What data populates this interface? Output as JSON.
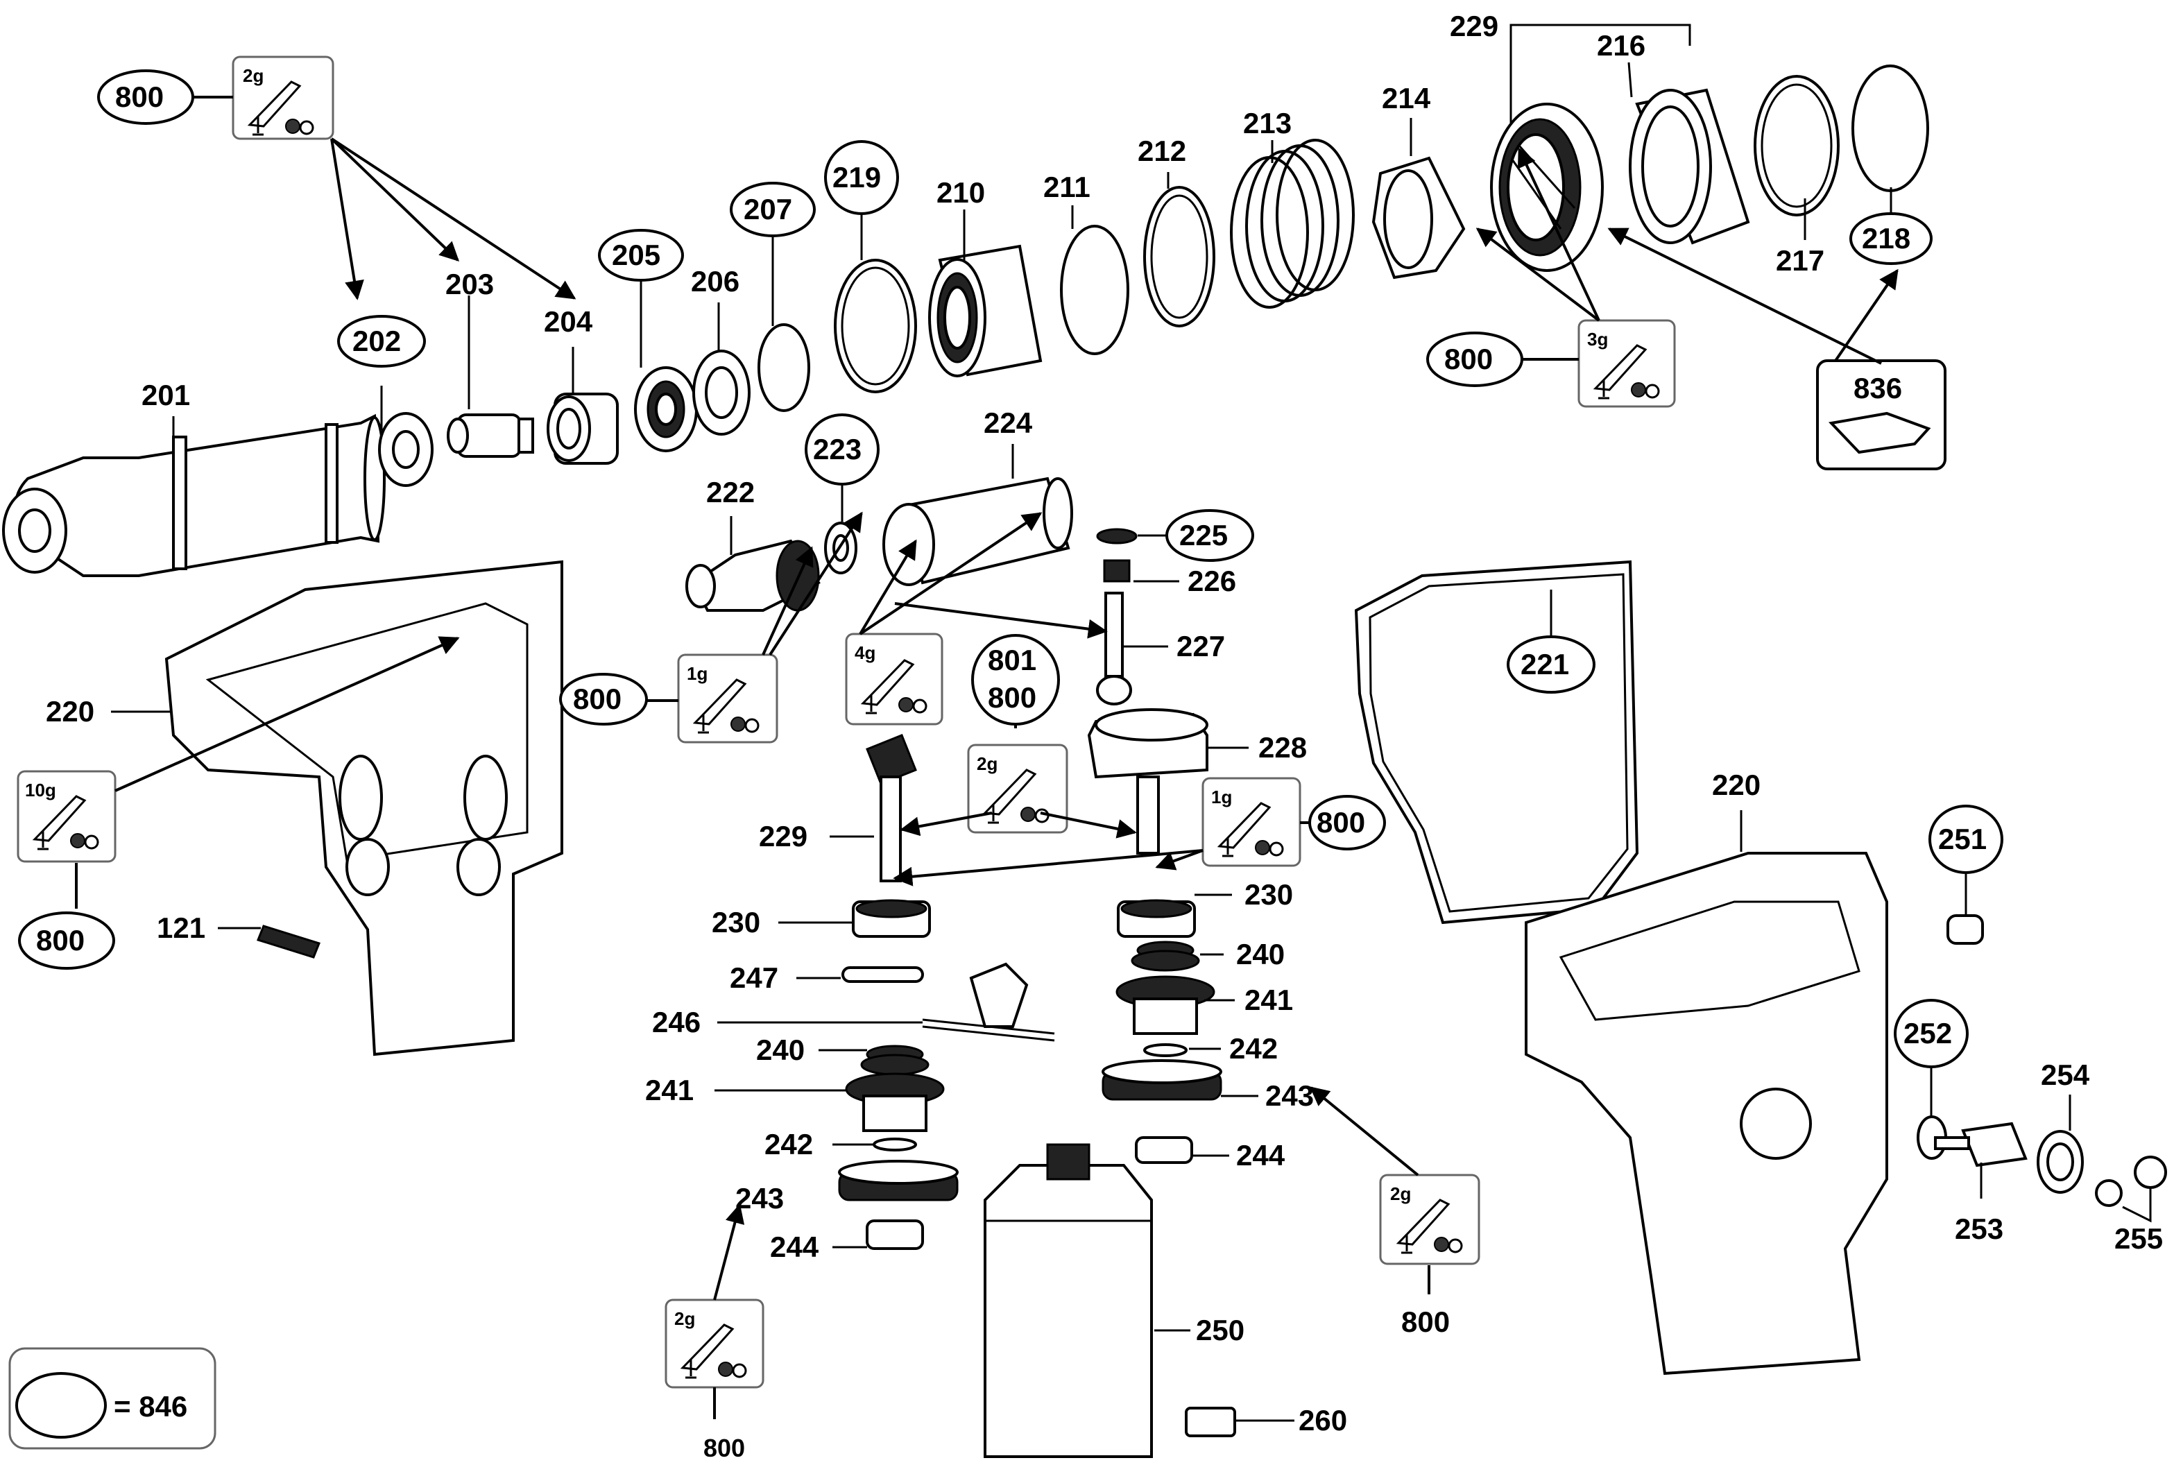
{
  "legend": {
    "equals_text": "= 846"
  },
  "callouts": {
    "c201": "201",
    "c202": "202",
    "c203": "203",
    "c204": "204",
    "c205": "205",
    "c206": "206",
    "c207": "207",
    "c219": "219",
    "c210": "210",
    "c211": "211",
    "c212": "212",
    "c213": "213",
    "c214": "214",
    "c229_top": "229",
    "c216": "216",
    "c217": "217",
    "c218": "218",
    "c836": "836",
    "c800_a": "800",
    "c800_b": "800",
    "c800_c": "800",
    "c800_d": "800",
    "c800_e": "800",
    "c800_f": "800",
    "c800_g": "800",
    "c800_h": "800",
    "c801": "801",
    "c222": "222",
    "c223": "223",
    "c224": "224",
    "c225": "225",
    "c226": "226",
    "c227": "227",
    "c228": "228",
    "c220_left": "220",
    "c220_right": "220",
    "c221": "221",
    "c121": "121",
    "c229_mid": "229",
    "c230_left": "230",
    "c230_right": "230",
    "c240_left": "240",
    "c240_right": "240",
    "c241_left": "241",
    "c241_right": "241",
    "c242_left": "242",
    "c242_right": "242",
    "c243_left": "243",
    "c243_right": "243",
    "c244_left": "244",
    "c244_right": "244",
    "c246": "246",
    "c247": "247",
    "c250": "250",
    "c260": "260",
    "c251": "251",
    "c252": "252",
    "c253": "253",
    "c254": "254",
    "c255": "255"
  },
  "grease_boxes": {
    "g_top": "2g",
    "g_3g": "3g",
    "g_1g_left": "1g",
    "g_4g": "4g",
    "g_2g_mid": "2g",
    "g_1g_right": "1g",
    "g_10g": "10g",
    "g_2g_right": "2g",
    "g_2g_bottom": "2g"
  }
}
